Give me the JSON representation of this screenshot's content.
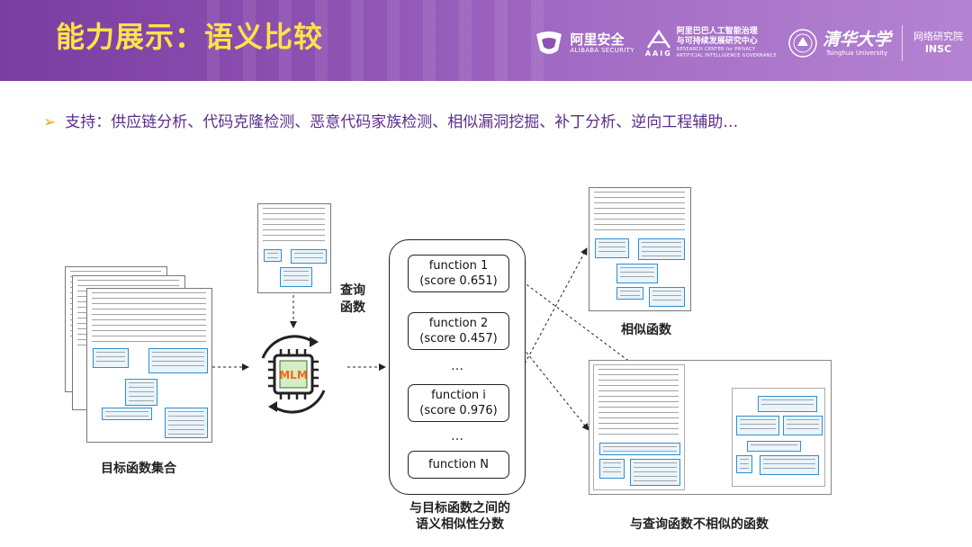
{
  "header": {
    "title": "能力展示：语义比较",
    "logos": {
      "alibaba_main": "阿里安全",
      "alibaba_sub": "ALIBABA SECURITY",
      "aaig_main": "阿里巴巴人工智能治理",
      "aaig_main2": "与可持续发展研究中心",
      "aaig_mark": "AAIG",
      "aaig_sub": "RESEARCH CENTER for PRIVACY",
      "aaig_sub2": "ARTIFICIAL INTELLIGENCE GOVERNANCE",
      "tsinghua_main": "清华大学",
      "tsinghua_sub": "Tsinghua University",
      "insc_cn": "网络研究院",
      "insc_en": "INSC"
    }
  },
  "bullet": {
    "text": "支持：供应链分析、代码克隆检测、恶意代码家族检测、相似漏洞挖掘、补丁分析、逆向工程辅助…"
  },
  "diagram": {
    "query_label": "查询\n函数",
    "query_label_line1": "查询",
    "query_label_line2": "函数",
    "targets_label": "目标函数集合",
    "mlm_label": "MLM",
    "functions": [
      {
        "name": "function 1",
        "score": "(score 0.651)"
      },
      {
        "name": "function 2",
        "score": "(score 0.457)"
      },
      {
        "name": "function i",
        "score": "(score 0.976)"
      },
      {
        "name": "function N",
        "score": ""
      }
    ],
    "ellipsis": "…",
    "scores_caption_line1": "与目标函数之间的",
    "scores_caption_line2": "语义相似性分数",
    "similar_label": "相似函数",
    "dissimilar_label": "与查询函数不相似的函数"
  }
}
